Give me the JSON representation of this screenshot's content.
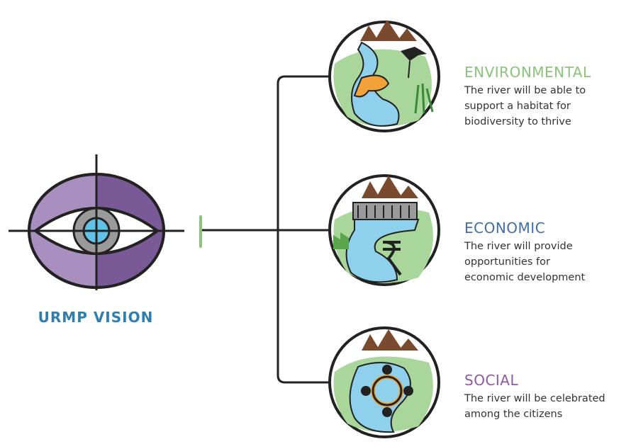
{
  "vision": {
    "title": "URMP VISION"
  },
  "pillars": [
    {
      "heading": "ENVIRONMENTAL",
      "text": "The river will be able to\nsupport a habitat for\nbiodiversity to thrive",
      "color": "#8cc37a"
    },
    {
      "heading": "ECONOMIC",
      "text": "The river will provide\nopportunities for\neconomic development",
      "color": "#3f6fa6"
    },
    {
      "heading": "SOCIAL",
      "text": "The river will be celebrated\namong the citizens",
      "color": "#8c5aa0"
    }
  ],
  "colors": {
    "eye_purple_light": "#a98fbf",
    "eye_purple_dark": "#7a5a96",
    "pupil_blue": "#5fc2e6",
    "river_blue": "#8fd0ec",
    "land_green": "#a9d69a",
    "mountain": "#7a4a2e",
    "connector": "#222222",
    "marker_green": "#8cc37a"
  },
  "icons": [
    "eye-icon",
    "fish-bird-icon",
    "rupee-factory-icon",
    "people-circle-icon"
  ]
}
